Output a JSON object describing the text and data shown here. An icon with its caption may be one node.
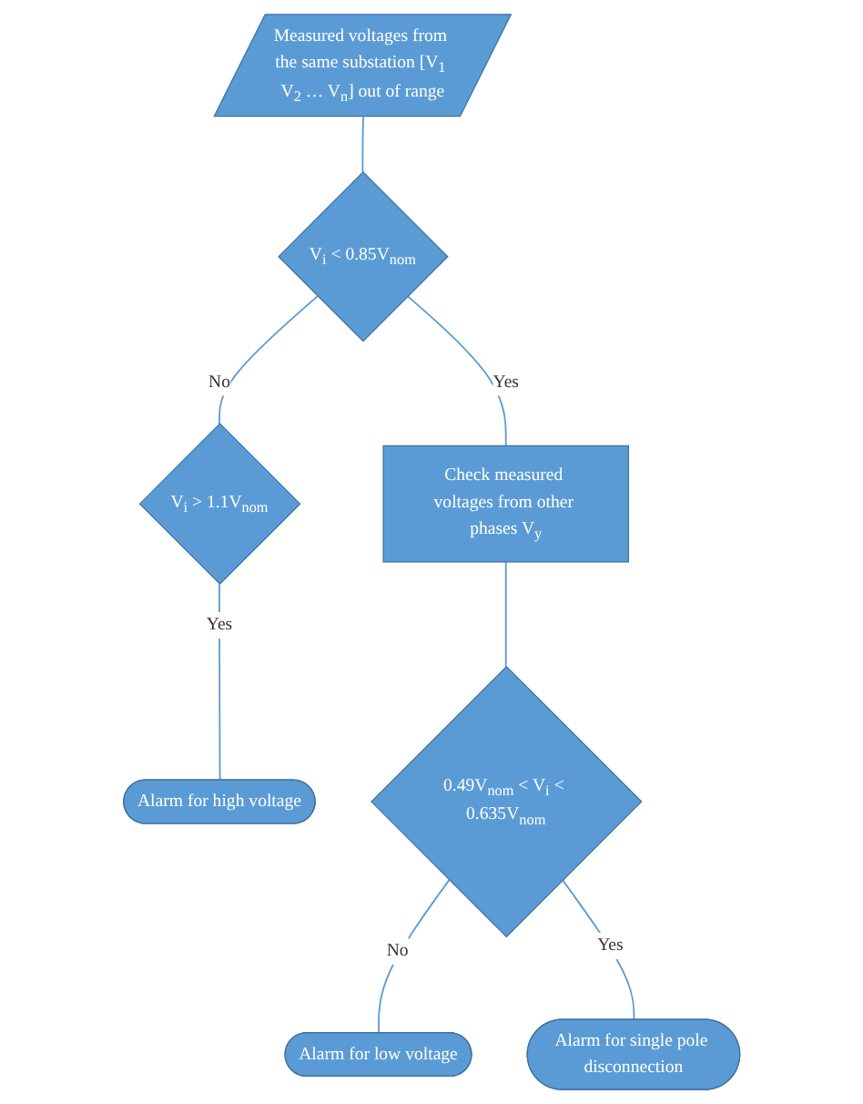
{
  "diagram": {
    "nodes": [
      {
        "text": [
          "Measured voltages from the same substation [V$_{1}$ V$_{2}$ … V$_{n}$] out of range"
        ]
      },
      {
        "text": [
          "V$_{i}$ < 0.85V$_{nom}$"
        ]
      },
      {
        "text": [
          "V$_{i}$ > 1.1V$_{nom}$"
        ]
      },
      {
        "text": [
          "Check measured voltages from other phases V$_{y}$"
        ]
      },
      {
        "text": [
          "Alarm for high voltage"
        ]
      },
      {
        "text": [
          "0.49V$_{nom}$ < V$_{i}$ < 0.635V$_{nom}$"
        ]
      },
      {
        "text": [
          "Alarm for low voltage"
        ]
      },
      {
        "text": [
          "Alarm for single pole disconnection"
        ]
      }
    ],
    "edges": [
      {
        "from": 0,
        "to": 1,
        "arrow": "none"
      },
      {
        "from": 1,
        "to": 2,
        "arrow": "none",
        "label": "No"
      },
      {
        "from": 1,
        "to": 3,
        "arrow": "none",
        "label": "Yes"
      },
      {
        "from": 2,
        "to": 4,
        "arrow": "none",
        "label": "Yes"
      },
      {
        "from": 3,
        "to": 5,
        "arrow": "none"
      },
      {
        "from": 5,
        "to": 6,
        "arrow": "none",
        "label": "No"
      },
      {
        "from": 5,
        "to": 7,
        "arrow": "none",
        "label": "Yes"
      }
    ]
  }
}
